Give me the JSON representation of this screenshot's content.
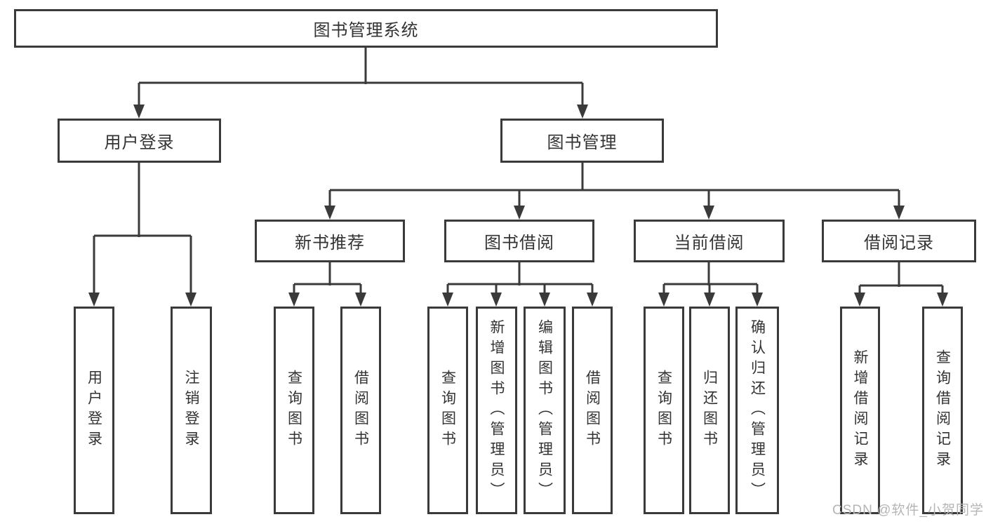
{
  "diagram": {
    "type": "hierarchy-tree",
    "tree": {
      "root": {
        "label": "图书管理系统",
        "children": [
          {
            "label": "用户登录",
            "children": [
              {
                "label": "用户登录"
              },
              {
                "label": "注销登录"
              }
            ]
          },
          {
            "label": "图书管理",
            "children": [
              {
                "label": "新书推荐",
                "children": [
                  {
                    "label": "查询图书"
                  },
                  {
                    "label": "借阅图书"
                  }
                ]
              },
              {
                "label": "图书借阅",
                "children": [
                  {
                    "label": "查询图书"
                  },
                  {
                    "label": "新增图书（管理员）"
                  },
                  {
                    "label": "编辑图书（管理员）"
                  },
                  {
                    "label": "借阅图书"
                  }
                ]
              },
              {
                "label": "当前借阅",
                "children": [
                  {
                    "label": "查询图书"
                  },
                  {
                    "label": "归还图书"
                  },
                  {
                    "label": "确认归还（管理员）"
                  }
                ]
              },
              {
                "label": "借阅记录",
                "children": [
                  {
                    "label": "新增借阅记录"
                  },
                  {
                    "label": "查询借阅记录"
                  }
                ]
              }
            ]
          }
        ]
      }
    },
    "watermark": {
      "text": "CSDN @软件_小贺同学"
    },
    "colors": {
      "background": "#ffffff",
      "line": "#3a3a3a",
      "box_border": "#3a3a3a",
      "box_fill": "#ffffff",
      "text": "#333333",
      "watermark": "#b5b5b5"
    }
  }
}
